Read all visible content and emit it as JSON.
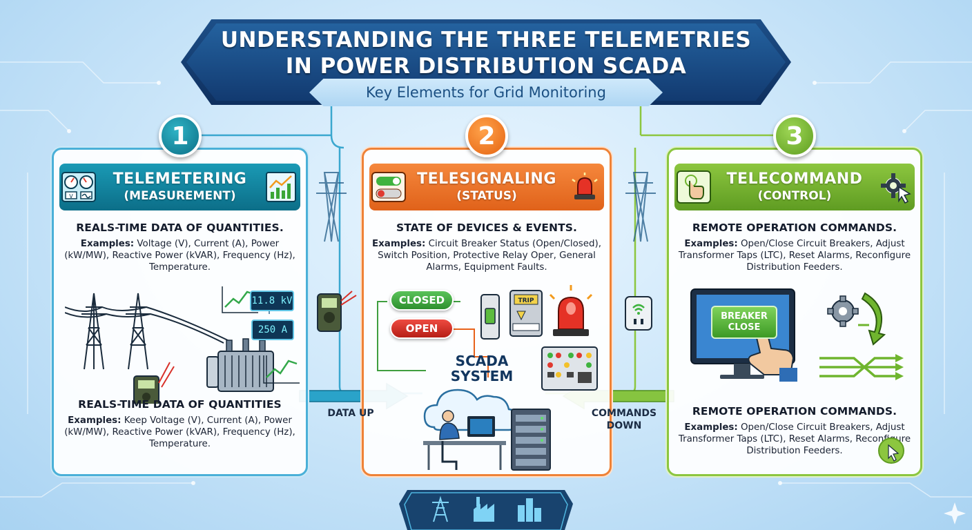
{
  "title": {
    "line1": "Understanding the Three Telemetries",
    "line2": "in Power Distribution SCADA",
    "subtitle": "Key Elements for Grid Monitoring"
  },
  "sections": [
    {
      "number": "1",
      "heading": "TELEMETERING",
      "subheading": "(MEASUREMENT)",
      "top_title": "REALS-TIME DATA OF QUANTITIES.",
      "top_examples_lead": "Examples:",
      "top_examples": "Voltage (V), Current (A), Power (kW/MW), Reactive Power (kVAR), Frequency (Hz), Temperature.",
      "bottom_title": "REALS-TIME DATA OF QUANTITIES",
      "bottom_examples_lead": "Examples:",
      "bottom_examples": "Keep Voltage (V), Current (A), Power (kW/MW), Reactive Power (kVAR), Frequency (Hz), Temperature.",
      "meter_voltage": "11.8 kV",
      "meter_current": "250 A",
      "accent": "#1a9ab5"
    },
    {
      "number": "2",
      "heading": "TELESIGNALING",
      "subheading": "(STATUS)",
      "top_title": "STATE OF DEVICES & EVENTS.",
      "top_examples_lead": "Examples:",
      "top_examples": "Circuit Breaker Status (Open/Closed), Switch Position, Protective Relay Oper, General Alarms, Equipment Faults.",
      "closed_label": "CLOSED",
      "open_label": "OPEN",
      "trip_label": "TRIP",
      "accent": "#f5873c"
    },
    {
      "number": "3",
      "heading": "TELECOMMAND",
      "subheading": "(CONTROL)",
      "top_title": "REMOTE OPERATION COMMANDS.",
      "top_examples_lead": "Examples:",
      "top_examples": "Open/Close Circuit Breakers, Adjust Transformer Taps (LTC), Reset Alarms, Reconfigure Distribution Feeders.",
      "bottom_title": "REMOTE OPERATION COMMANDS.",
      "bottom_examples_lead": "Examples:",
      "bottom_examples": "Open/Close Circuit Breakers, Adjust Transformer Taps (LTC), Reset Alarms, Reconfigure Distribution Feeders.",
      "breaker_label": "BREAKER CLOSE",
      "accent": "#8cc63f"
    }
  ],
  "scada": {
    "label": "SCADA SYSTEM",
    "data_up": "DATA UP",
    "commands_down": "COMMANDS DOWN"
  },
  "footer_icons": [
    "transmission-tower-icon",
    "factory-icon",
    "city-buildings-icon"
  ]
}
